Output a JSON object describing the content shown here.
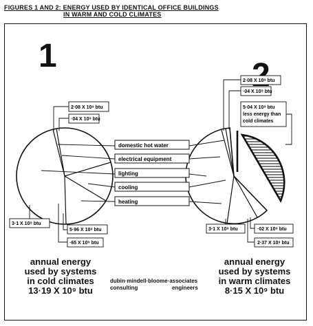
{
  "caption": {
    "line1": "FIGURES 1 AND 2:  ENERGY USED BY IDENTICAL OFFICE BUILDINGS",
    "line2": "IN WARM AND COLD CLIMATES"
  },
  "figure1": {
    "number": "1",
    "labels": {
      "hot_water": "2·08 X 10⁹ btu",
      "electrical": "·04 X 10⁹ btu",
      "heating": "3·1 X 10⁹ btu",
      "lighting": "5·96 X 10⁹ btu",
      "cooling": "·65 X 10⁹ btu"
    },
    "summary": {
      "line1": "annual energy",
      "line2": "used by systems",
      "line3": "in cold  climates",
      "line4": "13·19 X 10⁹ btu"
    }
  },
  "figure2": {
    "number": "2",
    "labels": {
      "hot_water": "2·08 X 10⁹ btu",
      "electrical": "·04 X 10⁹ btu",
      "savings": "5·04 X 10⁹ btu",
      "savings_note1": "less energy than",
      "savings_note2": "cold climates",
      "heating": "3·1 X 10⁹ btu",
      "lighting": "·02 X 10⁹ btu",
      "cooling": "2·37 X 10⁹ btu"
    },
    "summary": {
      "line1": "annual energy",
      "line2": "used by systems",
      "line3": "in warm  climates",
      "line4": "8·15 X 10⁹ btu"
    }
  },
  "categories": [
    "domestic hot water",
    "electrical equipment",
    "lighting",
    "cooling",
    "heating"
  ],
  "credit": {
    "firm": "dubin·mindell·bloome·associates",
    "left": "consulting",
    "right": "engineers"
  }
}
